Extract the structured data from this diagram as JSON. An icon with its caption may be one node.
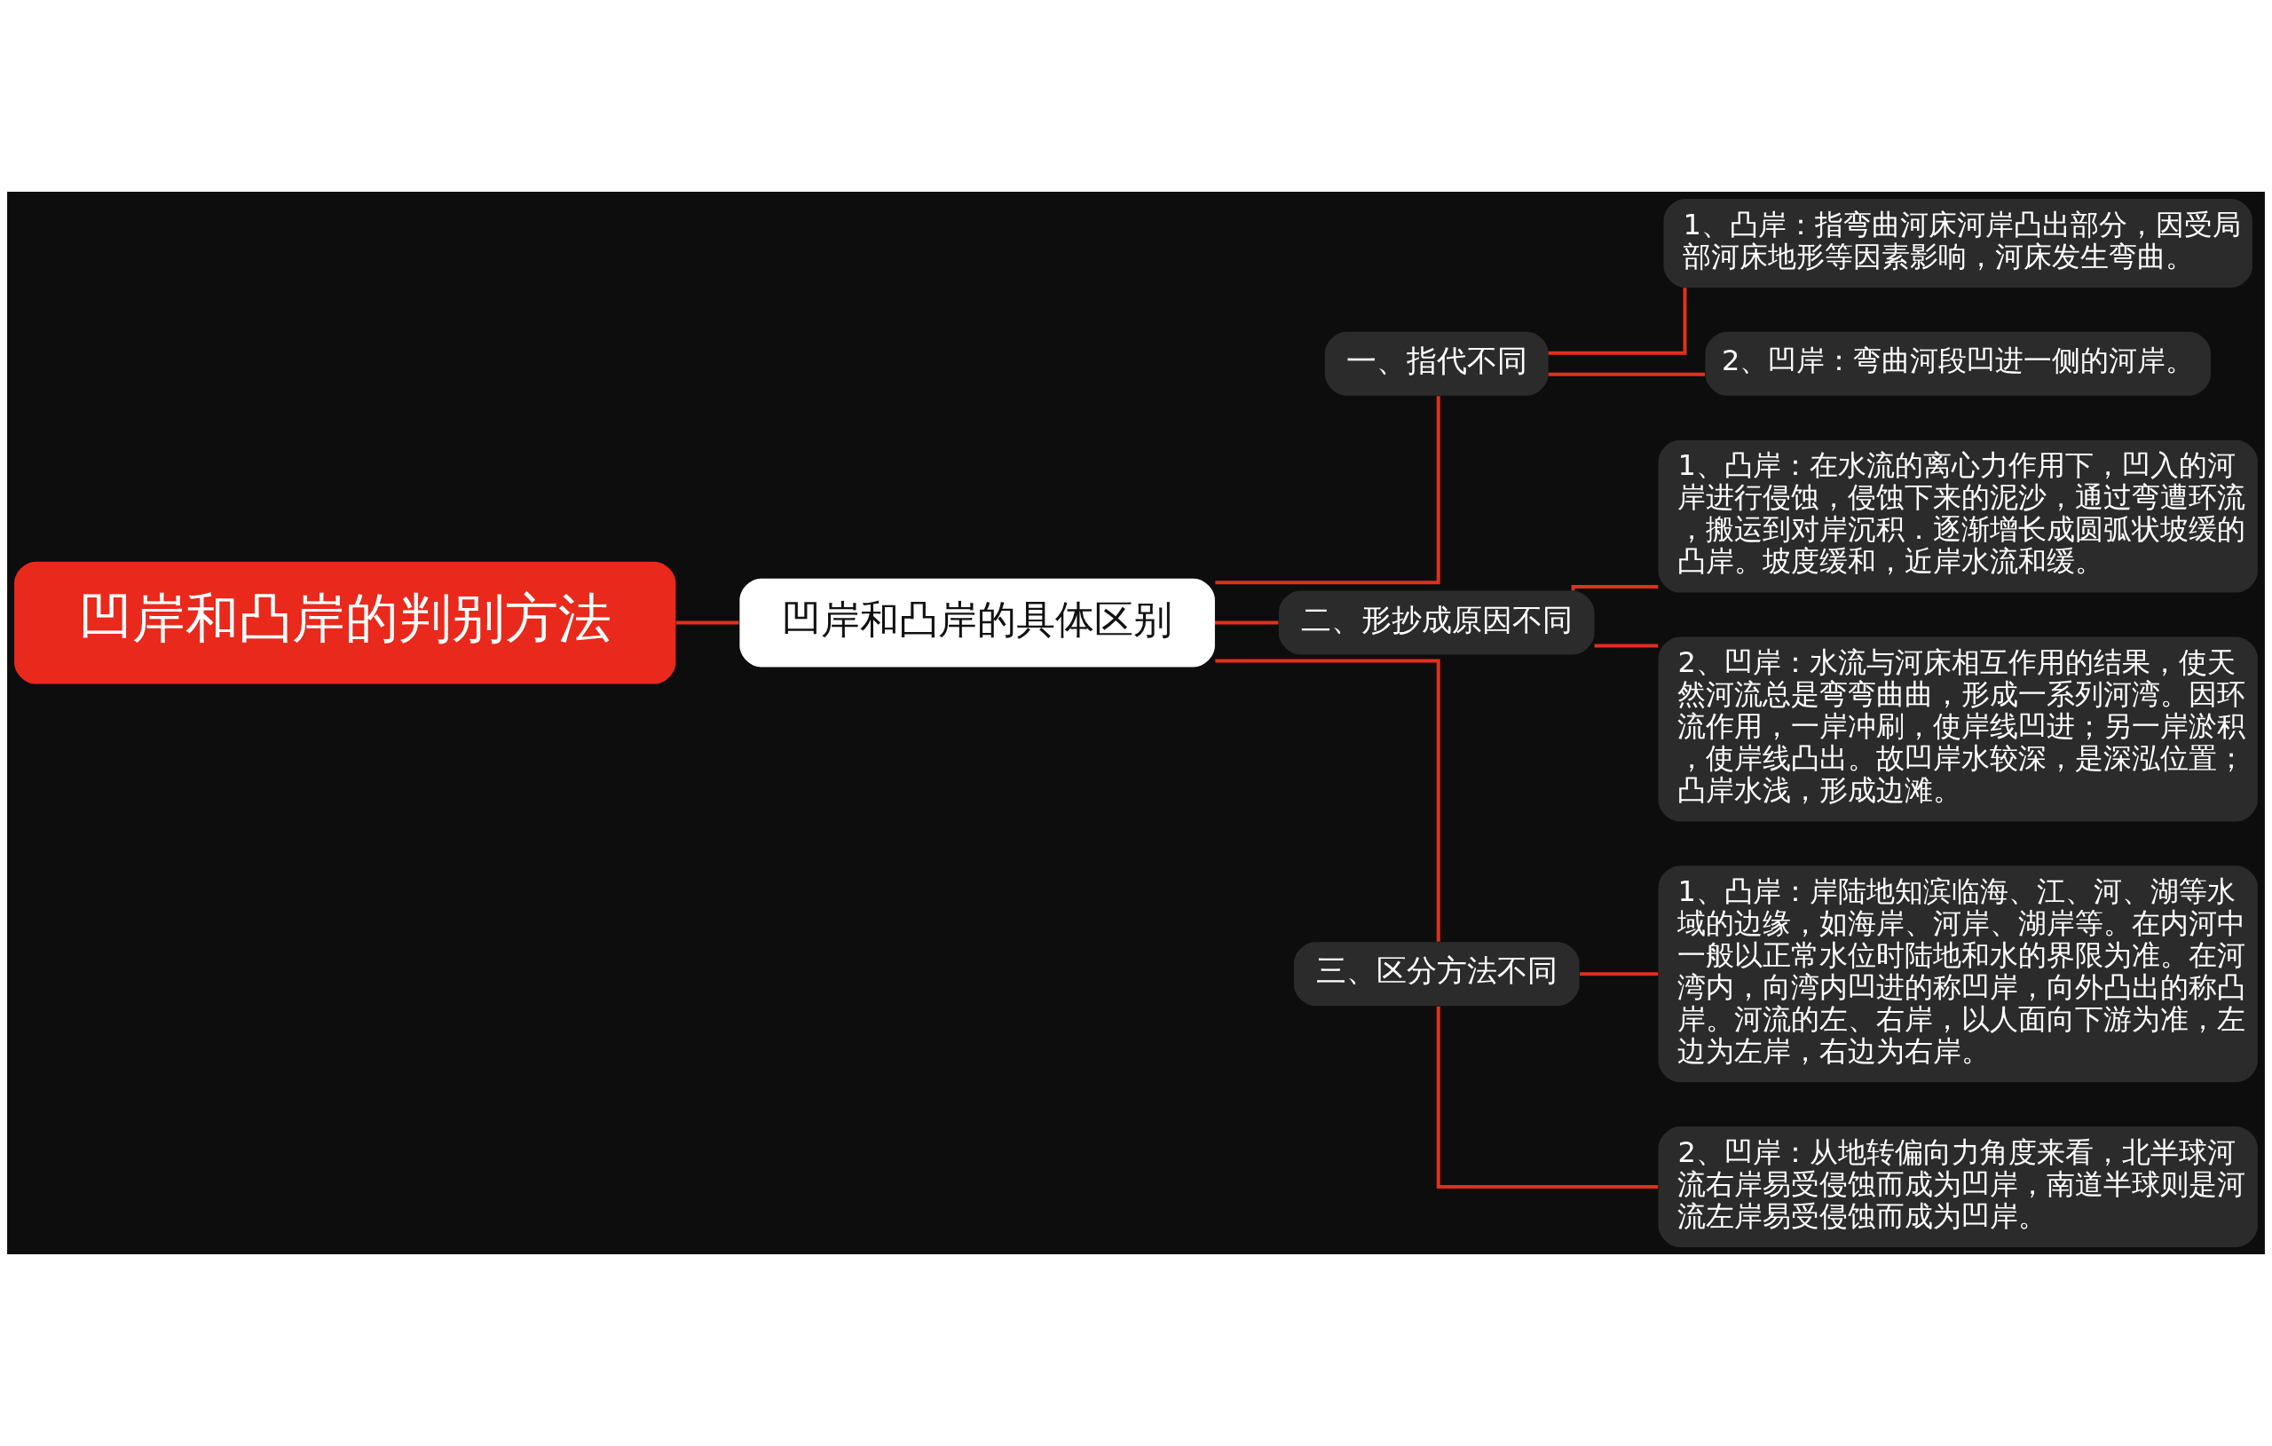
{
  "diagram": {
    "nodes": [
      {
        "text": [
          "凹岸和凸岸的判别方法"
        ]
      },
      {
        "text": [
          "凹岸和凸岸的具体区别"
        ]
      },
      {
        "text": [
          "一、指代不同"
        ]
      },
      {
        "text": [
          "1、凸岸：指弯曲河床河岸凸出部分，因受局部河床地形等因素影响，河床发生弯曲。"
        ]
      },
      {
        "text": [
          "2、凹岸：弯曲河段凹进一侧的河岸。"
        ]
      },
      {
        "text": [
          "二、形抄成原因不同"
        ]
      },
      {
        "text": [
          "1、凸岸：在水流的离心力作用下，凹入的河岸进行侵蚀，侵蚀下来的泥沙，通过弯遭环流，搬运到对岸沉积．逐渐增长成圆弧状坡缓的凸岸。坡度缓和，近岸水流和缓。"
        ]
      },
      {
        "text": [
          "2、凹岸：水流与河床相互作用的结果，使天然河流总是弯弯曲曲，形成一系列河湾。因环流作用，一岸冲刷，使岸线凹进；另一岸淤积，使岸线凸出。故凹岸水较深，是深泓位置；凸岸水浅，形成边滩。"
        ]
      },
      {
        "text": [
          "三、区分方法不同"
        ]
      },
      {
        "text": [
          "1、凸岸：岸陆地知滨临海、江、河、湖等水域的边缘，如海岸、河岸、湖岸等。在内河中一般以正常水位时陆地和水的界限为准。在河湾内，向湾内凹进的称凹岸，向外凸出的称凸岸。河流的左、右岸，以人面向下游为准，左边为左岸，右边为右岸。"
        ]
      },
      {
        "text": [
          "2、凹岸：从地转偏向力角度来看，北半球河流右岸易受侵蚀而成为凹岸，南道半球则是河流左岸易受侵蚀而成为凹岸。"
        ]
      }
    ],
    "edges": [
      {
        "from": 0,
        "to": 1,
        "arrow": "none"
      },
      {
        "from": 1,
        "to": 2,
        "arrow": "none"
      },
      {
        "from": 2,
        "to": 3,
        "arrow": "none"
      },
      {
        "from": 2,
        "to": 4,
        "arrow": "none"
      },
      {
        "from": 1,
        "to": 5,
        "arrow": "none"
      },
      {
        "from": 5,
        "to": 6,
        "arrow": "none"
      },
      {
        "from": 5,
        "to": 7,
        "arrow": "none"
      },
      {
        "from": 1,
        "to": 8,
        "arrow": "none"
      },
      {
        "from": 8,
        "to": 9,
        "arrow": "none"
      },
      {
        "from": 8,
        "to": 10,
        "arrow": "none"
      }
    ]
  }
}
